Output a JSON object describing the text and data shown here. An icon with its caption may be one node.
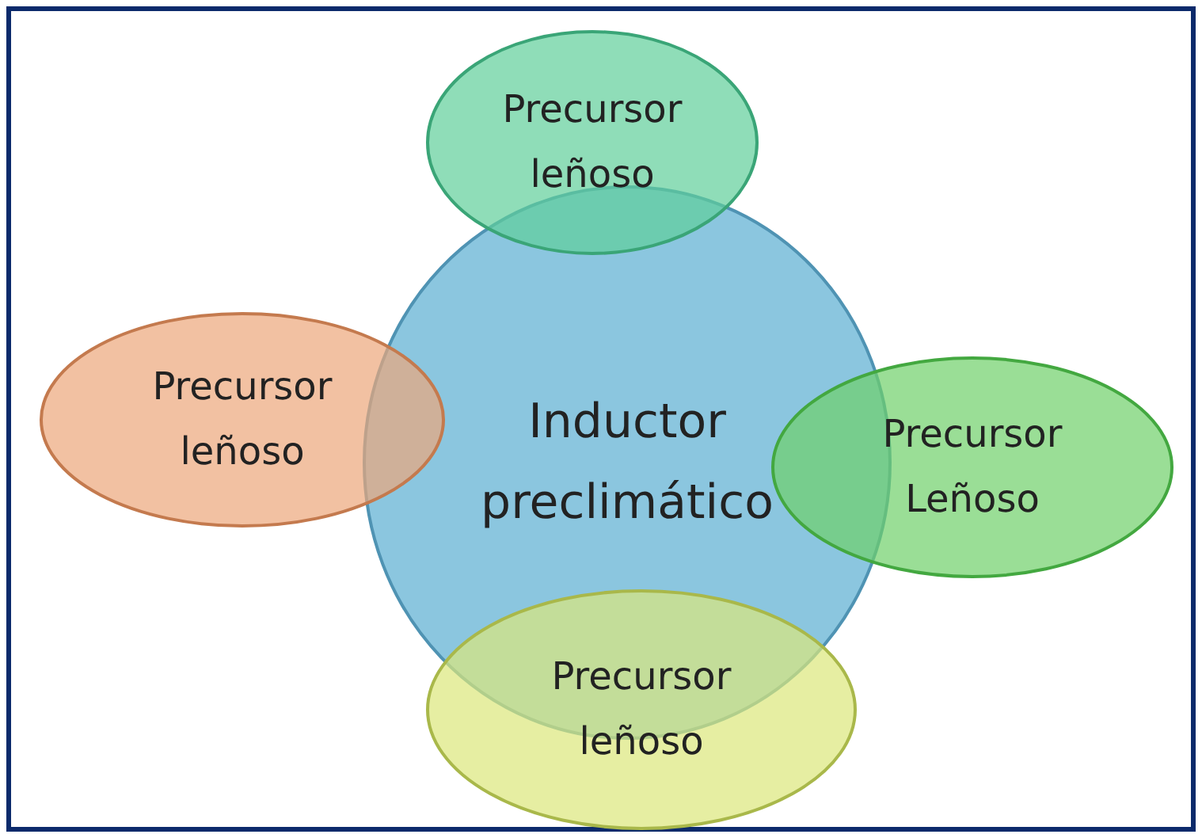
{
  "diagram": {
    "nodes": [
      {
        "text": [
          "Precursor leñoso"
        ]
      },
      {
        "text": [
          "Precursor leñoso"
        ]
      },
      {
        "text": [
          "Inductor preclimático"
        ]
      },
      {
        "text": [
          "Precursor Leñoso"
        ]
      },
      {
        "text": [
          "Precursor leñoso"
        ]
      }
    ]
  }
}
